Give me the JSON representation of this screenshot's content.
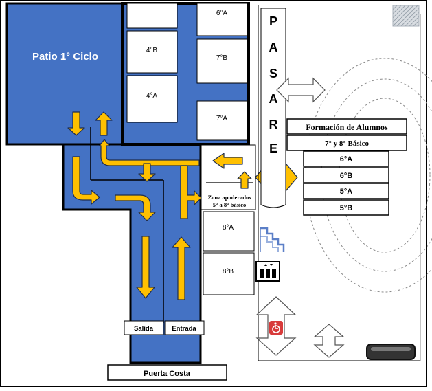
{
  "colors": {
    "floor": "#4472c4",
    "arrow": "#ffc000",
    "outline": "#000000",
    "room": "#ffffff"
  },
  "zones": {
    "patio": "Patio 1° Ciclo",
    "apoderados_line1": "Zona apoderados",
    "apoderados_line2": "5° a 8° básico"
  },
  "rooms": {
    "r_4b": "4°B",
    "r_4a": "4°A",
    "r_6a": "6°A",
    "r_7b": "7°B",
    "r_7a": "7°A",
    "r_8a": "8°A",
    "r_8b": "8°B"
  },
  "pasarela": [
    "P",
    "A",
    "S",
    "A",
    "R",
    "E"
  ],
  "formacion": {
    "title": "Formación de Alumnos",
    "subtitle": "7° y 8° Básico",
    "rows": [
      "6°A",
      "6°B",
      "5°A",
      "5°B"
    ]
  },
  "labels": {
    "salida": "Salida",
    "entrada": "Entrada",
    "puerta": "Puerta Costa"
  },
  "icons": [
    "double-arrow-horizontal-icon",
    "stairs-icon",
    "elevator-icon",
    "wheelchair-icon",
    "double-arrow-vertical-icon",
    "bench-icon"
  ]
}
